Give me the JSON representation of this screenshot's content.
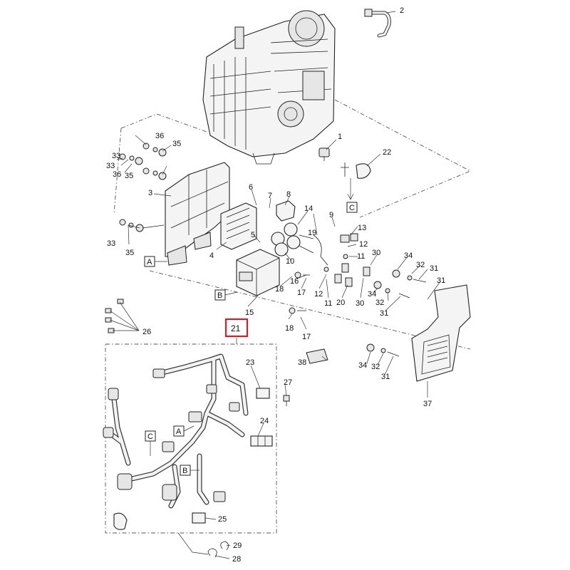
{
  "callouts": {
    "c1": "1",
    "c2": "2",
    "c3": "3",
    "c4": "4",
    "c5": "5",
    "c6": "6",
    "c7": "7",
    "c8": "8",
    "c9": "9",
    "c10": "10",
    "c11a": "11",
    "c11b": "11",
    "c12a": "12",
    "c12b": "12",
    "c13": "13",
    "c14": "14",
    "c15": "15",
    "c16": "16",
    "c17a": "17",
    "c17b": "17",
    "c18a": "18",
    "c18b": "18",
    "c19": "19",
    "c20": "20",
    "c21": "21",
    "c22": "22",
    "c23": "23",
    "c24": "24",
    "c25": "25",
    "c26": "26",
    "c27": "27",
    "c28": "28",
    "c29": "29",
    "c30a": "30",
    "c30b": "30",
    "c31a": "31",
    "c31b": "31",
    "c31c": "31",
    "c31d": "31",
    "c32a": "32",
    "c32b": "32",
    "c32c": "32",
    "c33a": "33",
    "c33b": "33",
    "c33c": "33",
    "c34a": "34",
    "c34b": "34",
    "c34c": "34",
    "c35a": "35",
    "c35b": "35",
    "c35c": "35",
    "c36a": "36",
    "c36b": "36",
    "c37": "37",
    "c38": "38"
  },
  "refs": {
    "A1": "A",
    "B1": "B",
    "C1": "C",
    "A2": "A",
    "B2": "B",
    "C2": "C"
  },
  "highlight_color": "#d21f2a"
}
